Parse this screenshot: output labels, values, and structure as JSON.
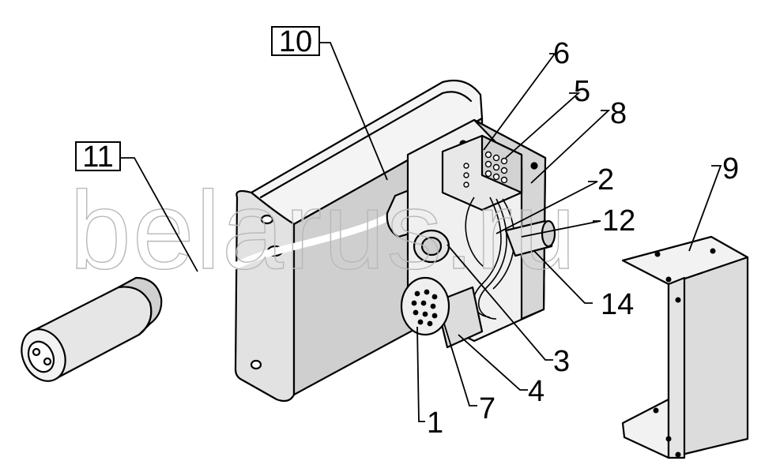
{
  "watermark": {
    "text": "belarus.ru"
  },
  "callouts": {
    "c1": "1",
    "c2": "2",
    "c3": "3",
    "c4": "4",
    "c5": "5",
    "c6": "6",
    "c7": "7",
    "c8": "8",
    "c9": "9",
    "c10": "10",
    "c11": "11",
    "c12": "12",
    "c14": "14"
  },
  "colors": {
    "ink": "#000000",
    "paper": "#ffffff",
    "shade": "#d8d8d8",
    "watermark": "#b8b8b8"
  }
}
